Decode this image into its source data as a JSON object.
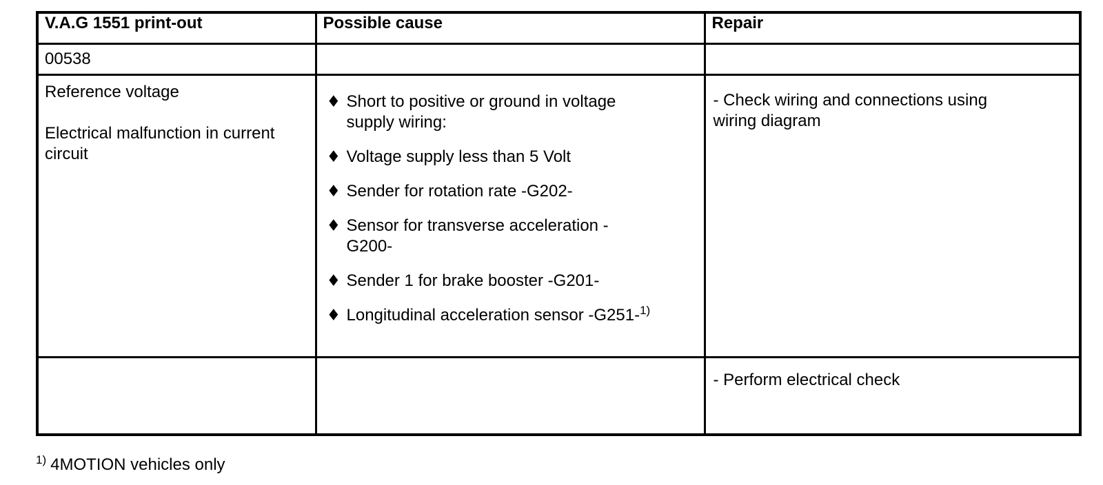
{
  "colors": {
    "background": "#ffffff",
    "text": "#000000",
    "border": "#000000"
  },
  "icons": {
    "diamond_bullet": "♦"
  },
  "table": {
    "headers": [
      "V.A.G 1551 print-out",
      "Possible cause",
      "Repair"
    ],
    "rows": [
      {
        "printout": "00538",
        "cause": "",
        "repair": ""
      },
      {
        "printout": "Reference voltage\n\nElectrical malfunction in current\ncircuit",
        "cause_bullets": [
          {
            "text": "Short to positive or ground in voltage\nsupply wiring:"
          },
          {
            "text": "Voltage supply less than 5 Volt"
          },
          {
            "text": "Sender for rotation rate -G202-"
          },
          {
            "text": "Sensor for transverse acceleration -\nG200-"
          },
          {
            "text": "Sender 1 for brake booster -G201-"
          },
          {
            "text": "Longitudinal acceleration sensor -G251-",
            "sup": "1)"
          }
        ],
        "repair": "- Check wiring and connections using\nwiring diagram"
      },
      {
        "printout": "",
        "cause": "",
        "repair": "- Perform electrical check"
      }
    ]
  },
  "footnote": {
    "marker": "1)",
    "text": "4MOTION vehicles only"
  }
}
